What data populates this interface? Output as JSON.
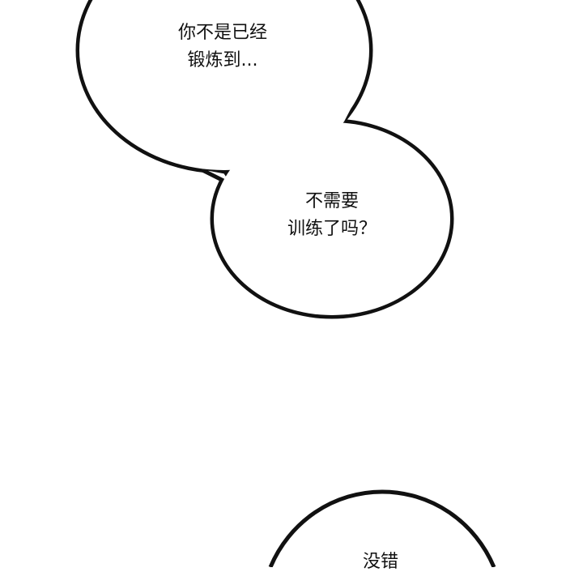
{
  "bubbles": [
    {
      "lines": [
        "你不是已经",
        "锻炼到..."
      ]
    },
    {
      "lines": [
        "不需要",
        "训练了吗？"
      ]
    },
    {
      "lines": [
        "没错"
      ]
    }
  ],
  "colors": {
    "background": "#ffffff",
    "outline": "#111111",
    "text": "#111111"
  }
}
